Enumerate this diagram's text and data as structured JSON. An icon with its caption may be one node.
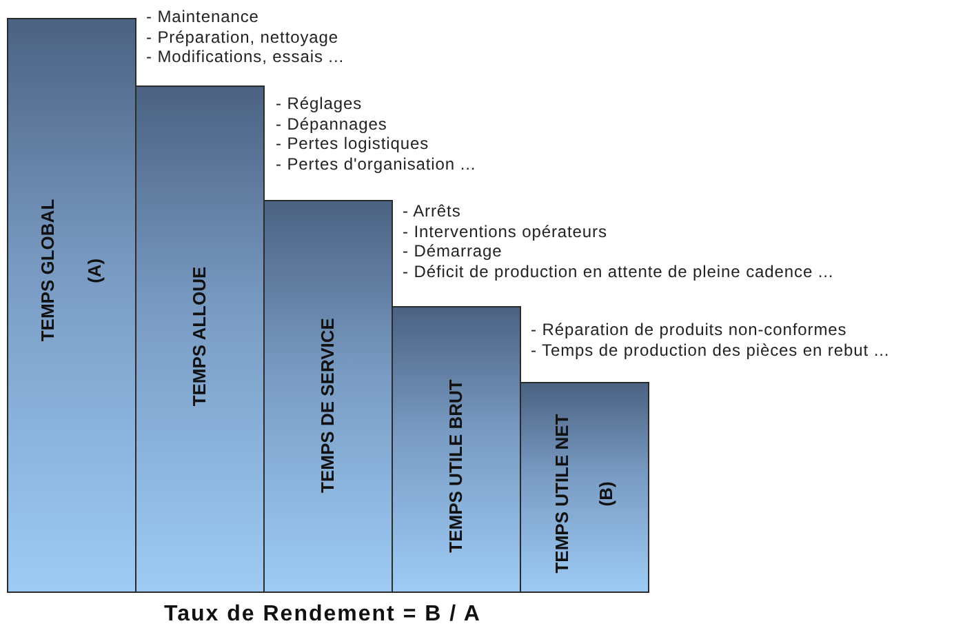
{
  "diagram": {
    "caption": "Taux de Rendement = B / A",
    "nodes": [
      {
        "text": [
          "TEMPS GLOBAL",
          "(A)"
        ],
        "beside": [
          "- Maintenance",
          "- Préparation, nettoyage",
          "- Modifications, essais ..."
        ]
      },
      {
        "text": [
          "TEMPS ALLOUE"
        ],
        "beside": [
          "- Réglages",
          "- Dépannages",
          "- Pertes logistiques",
          "- Pertes d'organisation ..."
        ]
      },
      {
        "text": [
          "TEMPS DE SERVICE"
        ],
        "beside": [
          "- Arrêts",
          "- Interventions opérateurs",
          "- Démarrage",
          "- Déficit de production en attente de pleine cadence ..."
        ]
      },
      {
        "text": [
          "TEMPS UTILE BRUT"
        ],
        "beside": [
          "- Réparation de produits non-conformes",
          "- Temps de production des pièces en rebut ..."
        ]
      },
      {
        "text": [
          "TEMPS UTILE NET",
          "(B)"
        ]
      }
    ]
  }
}
